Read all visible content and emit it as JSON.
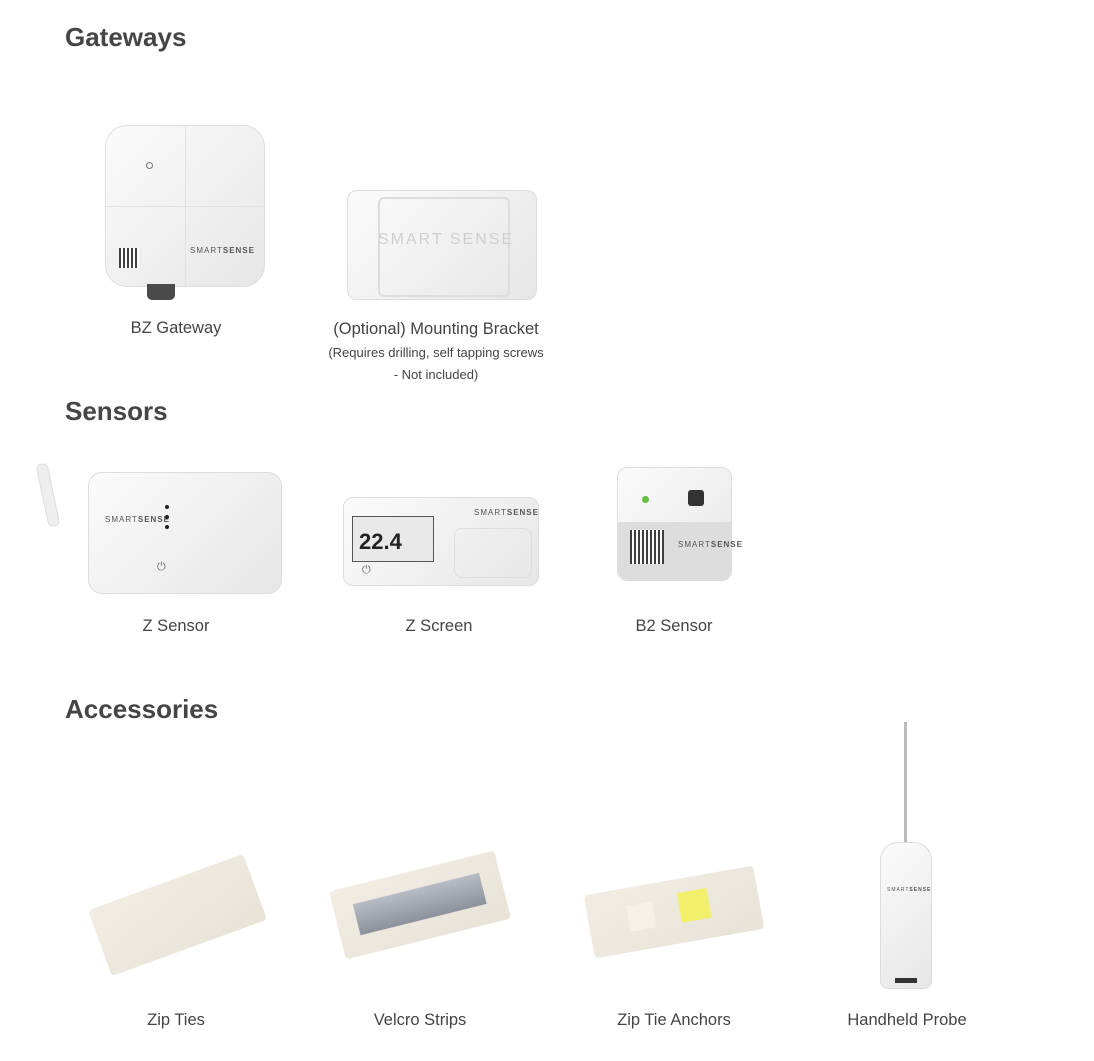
{
  "sections": {
    "gateways": {
      "title": "Gateways",
      "items": [
        {
          "label": "BZ Gateway"
        },
        {
          "label": "(Optional) Mounting Bracket",
          "note_line1": "(Requires drilling, self tapping screws",
          "note_line2": "- Not included)"
        }
      ]
    },
    "sensors": {
      "title": "Sensors",
      "items": [
        {
          "label": "Z Sensor"
        },
        {
          "label": "Z Screen",
          "screen_reading": "22.4"
        },
        {
          "label": "B2 Sensor"
        }
      ]
    },
    "accessories": {
      "title": "Accessories",
      "items": [
        {
          "label": "Zip Ties"
        },
        {
          "label": "Velcro Strips"
        },
        {
          "label": "Zip Tie Anchors"
        },
        {
          "label": "Handheld Probe"
        }
      ]
    }
  },
  "brand_logo_text": "SMART SENSE",
  "colors": {
    "heading": "#454545",
    "text": "#444444",
    "led_green": "#5fc13a",
    "anchor_yellow": "#f2ef6a"
  }
}
